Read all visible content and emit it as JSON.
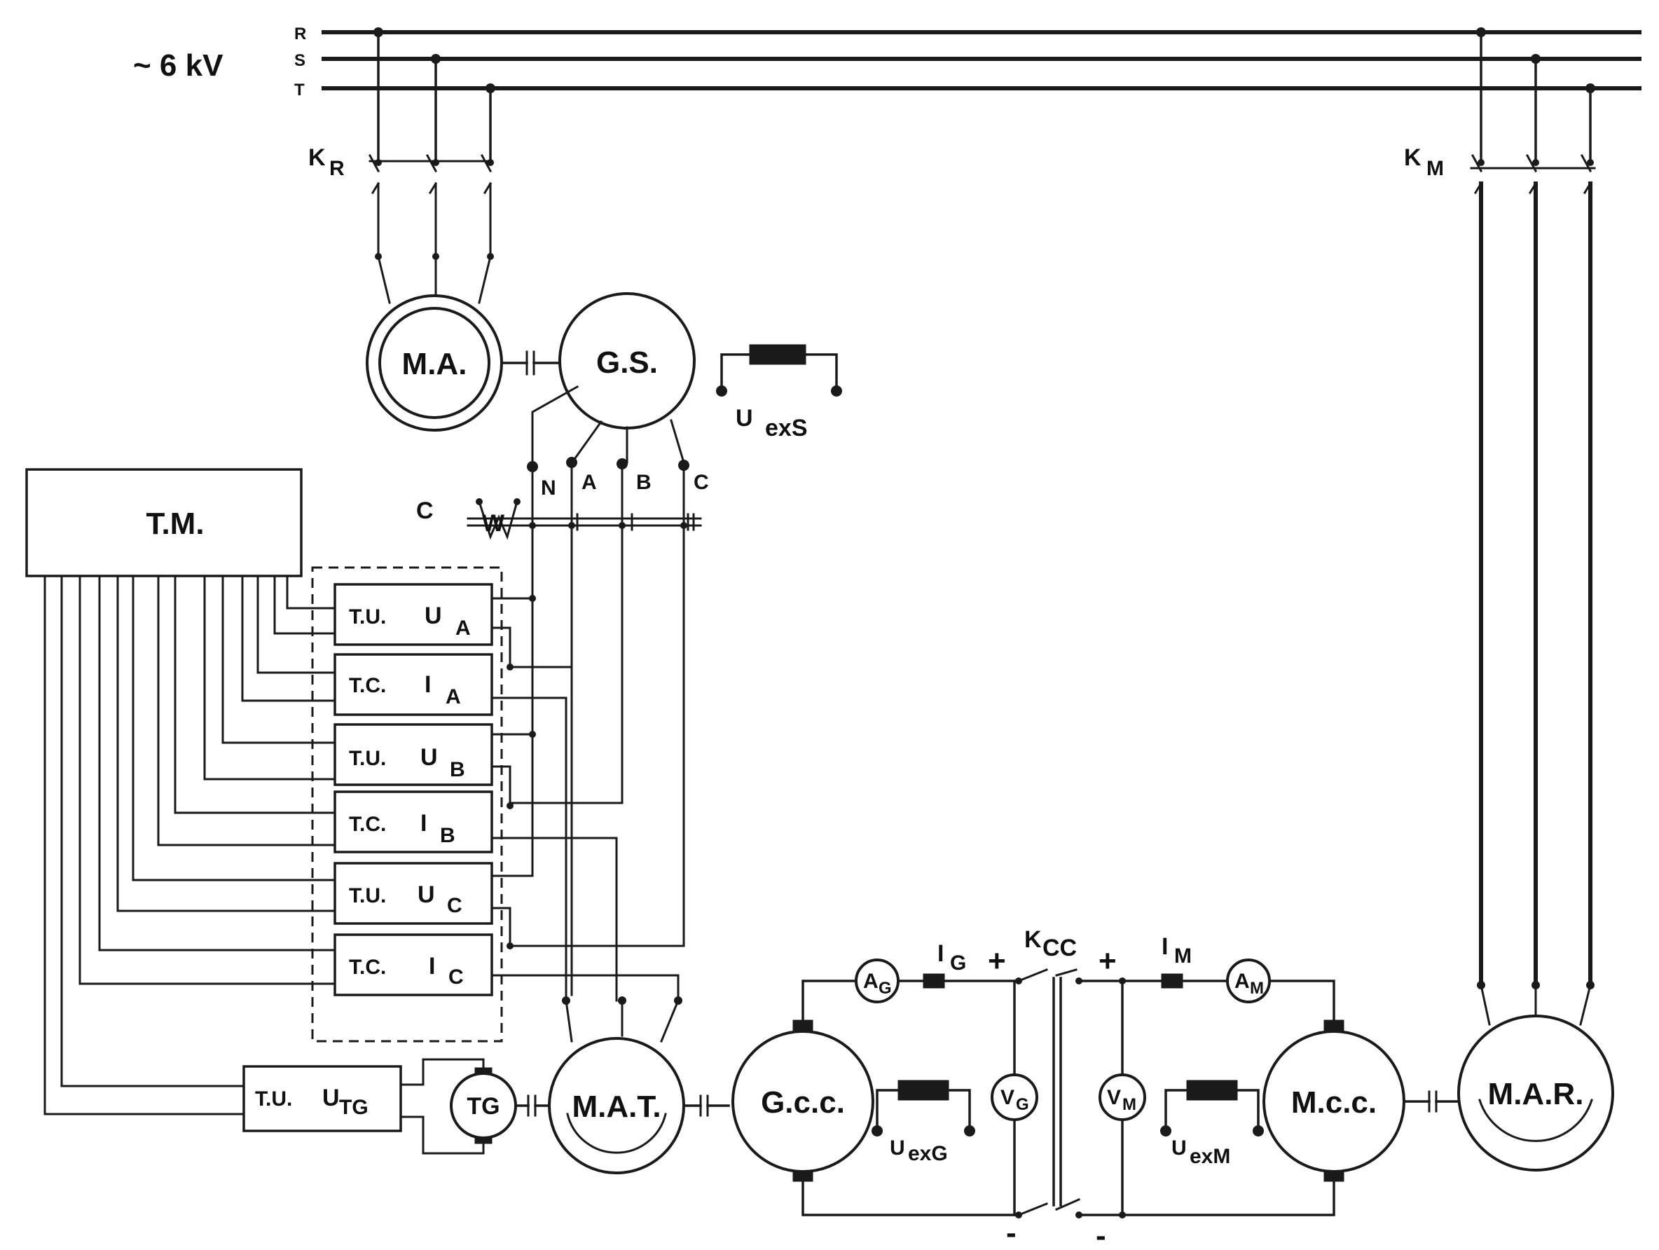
{
  "supply": {
    "voltage": "~ 6 kV",
    "phases": [
      "R",
      "S",
      "T"
    ]
  },
  "switches": {
    "kr": {
      "main": "K",
      "sub": "R"
    },
    "km": {
      "main": "K",
      "sub": "M"
    },
    "kcc": {
      "main": "K",
      "sub": "CC"
    }
  },
  "machines": {
    "ma": "M.A.",
    "gs": "G.S.",
    "mat": "M.A.T.",
    "gcc": "G.c.c.",
    "mcc": "M.c.c.",
    "mar": "M.A.R.",
    "tg": "TG"
  },
  "excitation": {
    "uexs": {
      "main": "U",
      "sub": "exS"
    },
    "uexg": {
      "main": "U",
      "sub": "exG"
    },
    "uexm": {
      "main": "U",
      "sub": "exM"
    }
  },
  "generator_terminals": [
    "N",
    "A",
    "B",
    "C"
  ],
  "wattmeter": {
    "c_label": "C",
    "w_label": "W"
  },
  "tm_box": "T.M.",
  "transducers": [
    {
      "prefix": "T.U.",
      "main": "U",
      "sub": "A"
    },
    {
      "prefix": "T.C.",
      "main": "I",
      "sub": "A"
    },
    {
      "prefix": "T.U.",
      "main": "U",
      "sub": "B"
    },
    {
      "prefix": "T.C.",
      "main": "I",
      "sub": "B"
    },
    {
      "prefix": "T.U.",
      "main": "U",
      "sub": "C"
    },
    {
      "prefix": "T.C.",
      "main": "I",
      "sub": "C"
    }
  ],
  "tutg": {
    "prefix": "T.U.",
    "main": "U",
    "sub": "TG"
  },
  "meters": {
    "ag": {
      "main": "A",
      "sub": "G"
    },
    "am": {
      "main": "A",
      "sub": "M"
    },
    "vg": {
      "main": "V",
      "sub": "G"
    },
    "vm": {
      "main": "V",
      "sub": "M"
    }
  },
  "currents": {
    "ig": {
      "main": "I",
      "sub": "G"
    },
    "im": {
      "main": "I",
      "sub": "M"
    }
  },
  "polarity": {
    "plus": "+",
    "minus": "-"
  },
  "colors": {
    "line": "#1a1a1a",
    "background": "#ffffff"
  }
}
